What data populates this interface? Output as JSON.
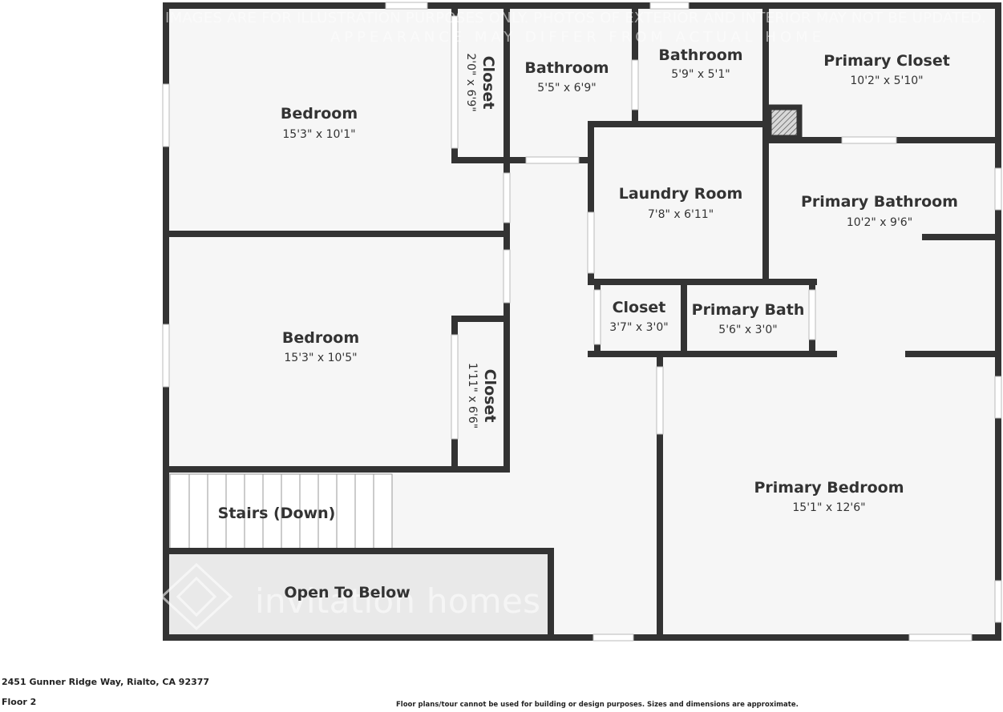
{
  "watermark": {
    "line1": "IMAGES ARE FOR ILLUSTRATION PURPOSES ONLY. PHOTOS OF EXTERIOR AND INTERIOR MAY NOT BE UPDATED.",
    "line2": "APPEARANCE MAY DIFFER FROM ACTUAL HOME",
    "brand": "invitation homes"
  },
  "rooms": [
    {
      "name": "Bedroom",
      "dims": "15'3\" x 10'1\""
    },
    {
      "name": "Closet",
      "dims": "2'0\" x 6'9\""
    },
    {
      "name": "Bathroom",
      "dims": "5'5\" x 6'9\""
    },
    {
      "name": "Bathroom",
      "dims": "5'9\" x 5'1\""
    },
    {
      "name": "Primary Closet",
      "dims": "10'2\" x 5'10\""
    },
    {
      "name": "Laundry Room",
      "dims": "7'8\" x 6'11\""
    },
    {
      "name": "Primary Bathroom",
      "dims": "10'2\" x 9'6\""
    },
    {
      "name": "Bedroom",
      "dims": "15'3\" x 10'5\""
    },
    {
      "name": "Closet",
      "dims": "1'11\" x 6'6\""
    },
    {
      "name": "Closet",
      "dims": "3'7\" x 3'0\""
    },
    {
      "name": "Primary Bath",
      "dims": "5'6\" x 3'0\""
    },
    {
      "name": "Primary Bedroom",
      "dims": "15'1\" x 12'6\""
    },
    {
      "name": "Stairs (Down)"
    },
    {
      "name": "Open To Below"
    }
  ],
  "footer": {
    "address": "2451 Gunner Ridge Way, Rialto, CA 92377",
    "floor": "Floor 2",
    "disclaimer": "Floor plans/tour cannot be used for building or design purposes. Sizes and dimensions are approximate."
  },
  "colors": {
    "wall": "#333333",
    "floor": "#f6f6f6",
    "open_to_below": "#e9e9e9",
    "text": "#333333"
  }
}
